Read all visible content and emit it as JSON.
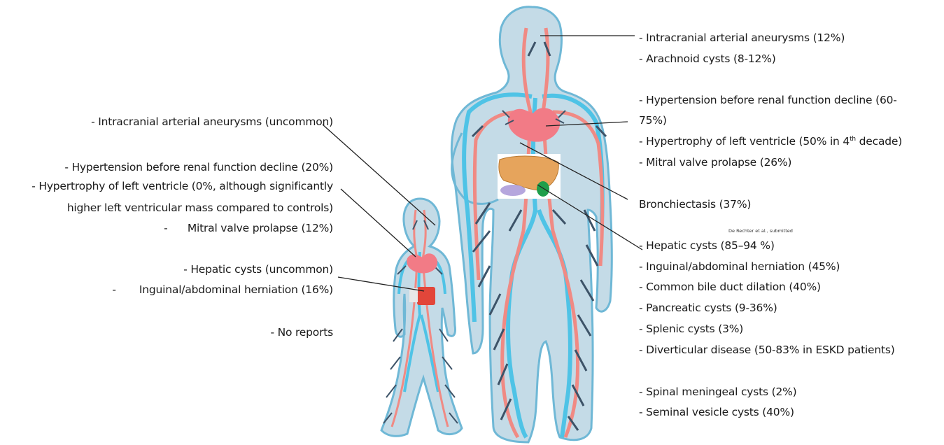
{
  "child_labels": {
    "aneurysm": "- Intracranial arterial aneurysms (uncommon)",
    "hypertension": "- Hypertension before renal function decline (20%)",
    "lv_hypertrophy_1": "- Hypertrophy of left ventricle (0%, although significantly",
    "lv_hypertrophy_2": "higher left ventricular mass compared to controls)",
    "mitral": "-      Mitral valve prolapse (12%)",
    "hepatic": "- Hepatic cysts (uncommon)",
    "hernia": "-       Inguinal/abdominal herniation (16%)",
    "no_reports": "- No reports"
  },
  "adult_labels": {
    "aneurysm": "- Intracranial arterial aneurysms (12%)",
    "arachnoid": "- Arachnoid cysts (8-12%)",
    "hypertension_1": "- Hypertension before renal function decline (60-",
    "hypertension_2": "75%)",
    "lv_hypertrophy_pre": "- Hypertrophy of left ventricle (50% in 4",
    "lv_hypertrophy_sup": "th",
    "lv_hypertrophy_post": " decade)",
    "mitral": "- Mitral valve prolapse (26%)",
    "bronchiectasis": "Bronchiectasis (37%)",
    "hepatic": "- Hepatic cysts (85–94 %)",
    "hernia": "- Inguinal/abdominal herniation (45%)",
    "bile_duct": "- Common bile duct dilation (40%)",
    "pancreatic": "- Pancreatic cysts (9-36%)",
    "splenic": "- Splenic cysts (3%)",
    "diverticular": "- Diverticular disease (50-83% in ESKD patients)",
    "spinal": "- Spinal meningeal cysts (2%)",
    "seminal": "- Seminal vesicle cysts (40%)"
  },
  "citation": "De Rechter et al., submitted",
  "colors": {
    "body_fill": "#c4dbe7",
    "body_outline": "#6fb8d6",
    "artery": "#f08a84",
    "aorta": "#4fc3e6",
    "vein": "#3d5368",
    "heart": "#f27b86",
    "liver": "#e6a45c",
    "child_liver": "#e2463a",
    "gallbladder": "#1f9e4a",
    "spleen": "#b5a6dd",
    "leader_line": "#222222"
  }
}
